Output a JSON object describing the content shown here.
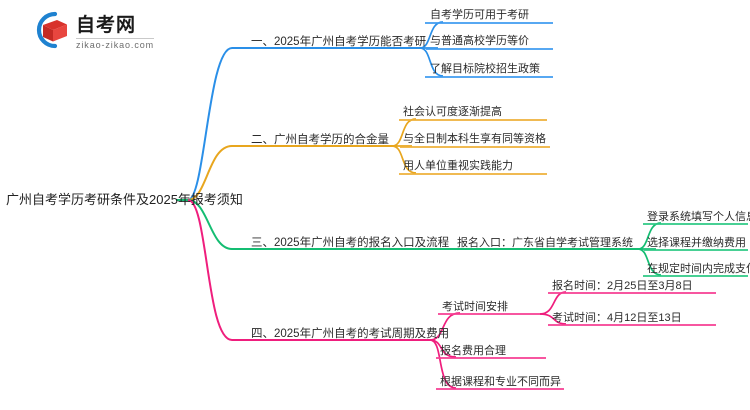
{
  "logo": {
    "cn_name": "自考网",
    "domain": "zikao-zikao.com",
    "mark_icon": "graduation-book-icon",
    "arc_color": "#1f82d0",
    "book_color": "#d8322c"
  },
  "mindmap": {
    "root": {
      "label": "广州自考学历考研条件及2025年报考须知"
    },
    "branches": [
      {
        "label": "一、2025年广州自考学历能否考研",
        "color": "#2a8fe8",
        "children": [
          {
            "label": "自考学历可用于考研"
          },
          {
            "label": "与普通高校学历等价"
          },
          {
            "label": "了解目标院校招生政策"
          }
        ]
      },
      {
        "label": "二、广州自考学历的合金量",
        "color": "#e8a61e",
        "children": [
          {
            "label": "社会认可度逐渐提高"
          },
          {
            "label": "与全日制本科生享有同等资格"
          },
          {
            "label": "用人单位重视实践能力"
          }
        ]
      },
      {
        "label": "三、2025年广州自考的报名入口及流程",
        "color": "#14bd72",
        "children": [
          {
            "label": "报名入口：广东省自学考试管理系统",
            "children": [
              {
                "label": "登录系统填写个人信息"
              },
              {
                "label": "选择课程并缴纳费用"
              },
              {
                "label": "在规定时间内完成支付"
              }
            ]
          }
        ]
      },
      {
        "label": "四、2025年广州自考的考试周期及费用",
        "color": "#ef1e7d",
        "children": [
          {
            "label": "考试时间安排",
            "children": [
              {
                "label": "报名时间：2月25日至3月8日"
              },
              {
                "label": "考试时间：4月12日至13日"
              }
            ]
          },
          {
            "label": "报名费用合理"
          },
          {
            "label": "根据课程和专业不同而异"
          }
        ]
      }
    ]
  }
}
